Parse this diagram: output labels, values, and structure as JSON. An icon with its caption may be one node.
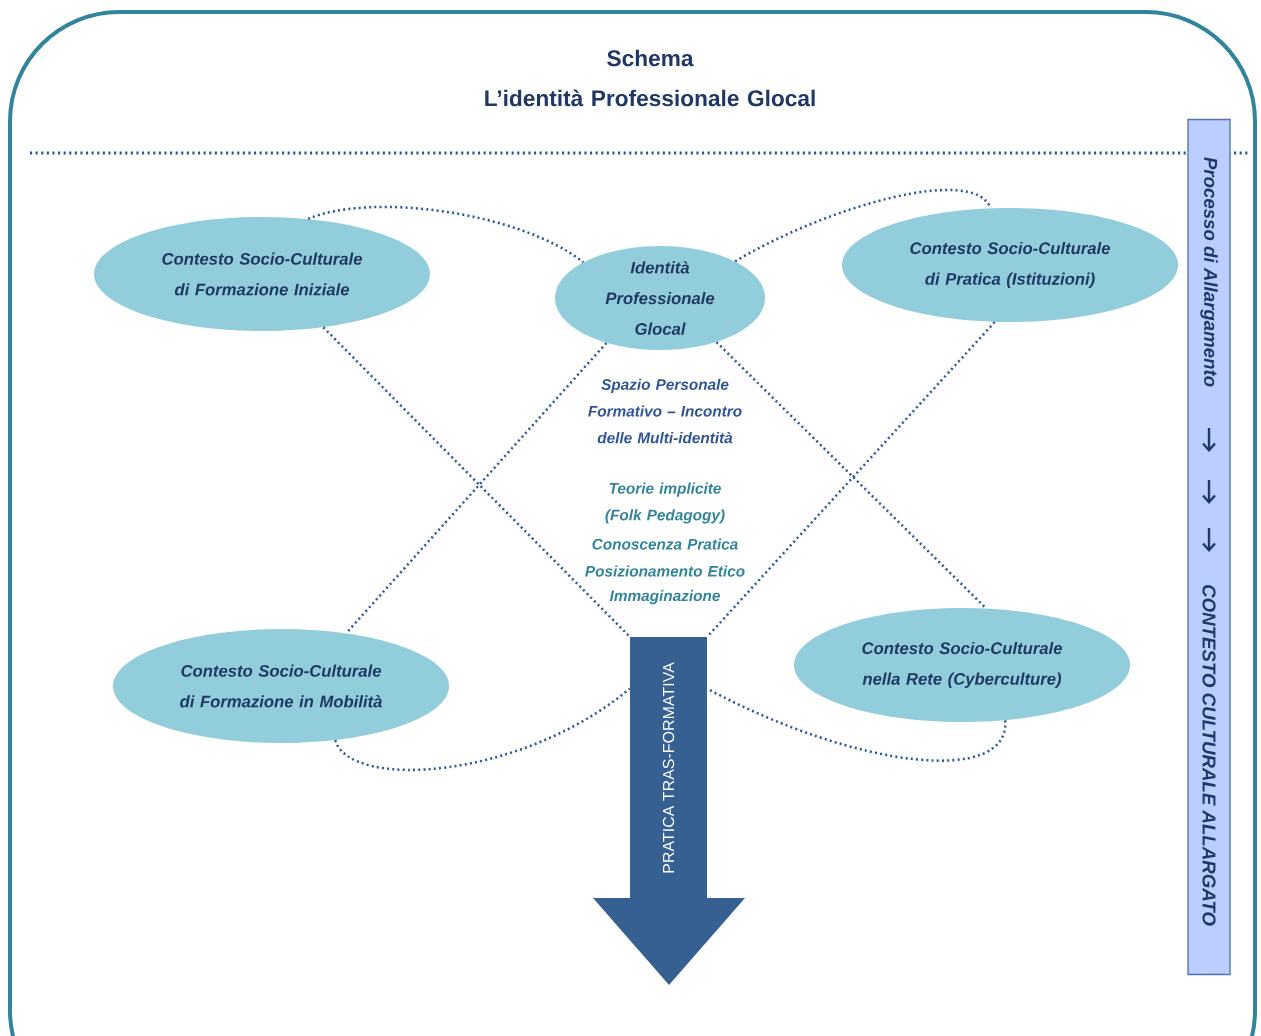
{
  "diagram": {
    "title": "Schema L’identità Professionale Glocal",
    "nodes": [
      {
        "text": [
          "Contesto Socio-Culturale di Formazione Iniziale"
        ]
      },
      {
        "text": [
          "Identità Professionale Glocal"
        ]
      },
      {
        "text": [
          "Contesto Socio-Culturale di Pratica (Istituzioni)"
        ]
      },
      {
        "text": [
          "Contesto Socio-Culturale di Formazione in Mobilità"
        ]
      },
      {
        "text": [
          "Contesto Socio-Culturale nella Rete (Cyberculture)"
        ]
      },
      {
        "text": [
          "PRATICA TRAS-FORMATIVA"
        ]
      },
      {
        "text": [
          "Processo di Allargamento",
          "CONTESTO CULTURALE ALLARGATO"
        ]
      }
    ],
    "edges": [
      {
        "from": 0,
        "to": 1,
        "arrow": "none"
      },
      {
        "from": 0,
        "to": 5,
        "arrow": "none"
      },
      {
        "from": 1,
        "to": 2,
        "arrow": "none"
      },
      {
        "from": 2,
        "to": 5,
        "arrow": "none"
      },
      {
        "from": 1,
        "to": 3,
        "arrow": "none"
      },
      {
        "from": 3,
        "to": 5,
        "arrow": "none"
      },
      {
        "from": 1,
        "to": 4,
        "arrow": "none"
      },
      {
        "from": 4,
        "to": 5,
        "arrow": "none"
      }
    ],
    "labels": [
      "Spazio Personale Formativo – Incontro delle Multi-identità",
      "Teorie implicite (Folk Pedagogy)",
      "Conoscenza Pratica",
      "Posizionamento Etico",
      "Immaginazione"
    ]
  }
}
